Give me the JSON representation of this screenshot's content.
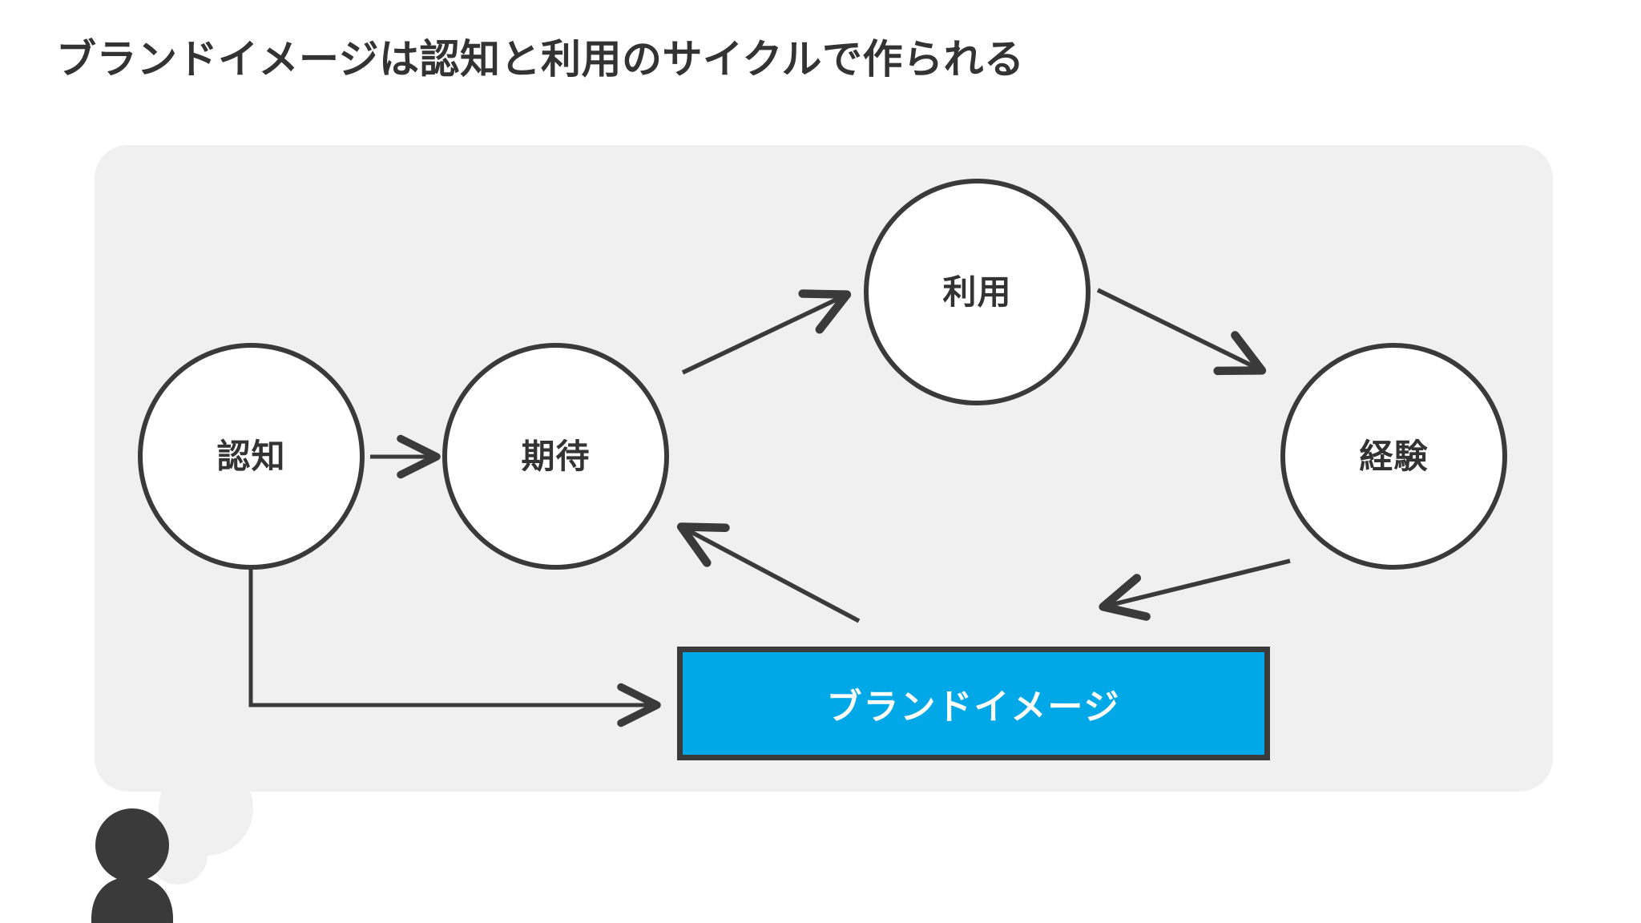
{
  "slide": {
    "title": "ブランドイメージは認知と利用のサイクルで作られる",
    "background_color": "#ffffff"
  },
  "panel": {
    "name": "thought-bubble",
    "fill_color": "#f0f0f0",
    "shape": "rounded-rectangle-with-thought-tail"
  },
  "person": {
    "icon": "person-silhouette-icon",
    "color": "#3a3a3a"
  },
  "diagram": {
    "type": "cycle-flow",
    "node_stroke_color": "#3a3a3a",
    "node_fill_color": "#ffffff",
    "node_text_color": "#333333",
    "nodes": [
      {
        "id": "ninchi",
        "label": "認知",
        "shape": "circle"
      },
      {
        "id": "kitai",
        "label": "期待",
        "shape": "circle"
      },
      {
        "id": "riyou",
        "label": "利用",
        "shape": "circle"
      },
      {
        "id": "keiken",
        "label": "経験",
        "shape": "circle"
      }
    ],
    "highlight_box": {
      "id": "brand-image",
      "label": "ブランドイメージ",
      "fill_color": "#00a8e8",
      "border_color": "#3a3a3a",
      "text_color": "#ffffff",
      "shape": "rectangle"
    },
    "edges": [
      {
        "from": "認知",
        "to": "期待",
        "style": "straight-arrow",
        "direction": "right"
      },
      {
        "from": "期待",
        "to": "利用",
        "style": "straight-arrow",
        "direction": "up-right"
      },
      {
        "from": "利用",
        "to": "経験",
        "style": "straight-arrow",
        "direction": "down-right"
      },
      {
        "from": "経験",
        "to": "ブランドイメージ",
        "style": "straight-arrow",
        "direction": "down-left"
      },
      {
        "from": "ブランドイメージ",
        "to": "期待",
        "style": "straight-arrow",
        "direction": "up-left"
      },
      {
        "from": "認知",
        "to": "ブランドイメージ",
        "style": "elbow-arrow",
        "direction": "down-then-right"
      }
    ]
  }
}
